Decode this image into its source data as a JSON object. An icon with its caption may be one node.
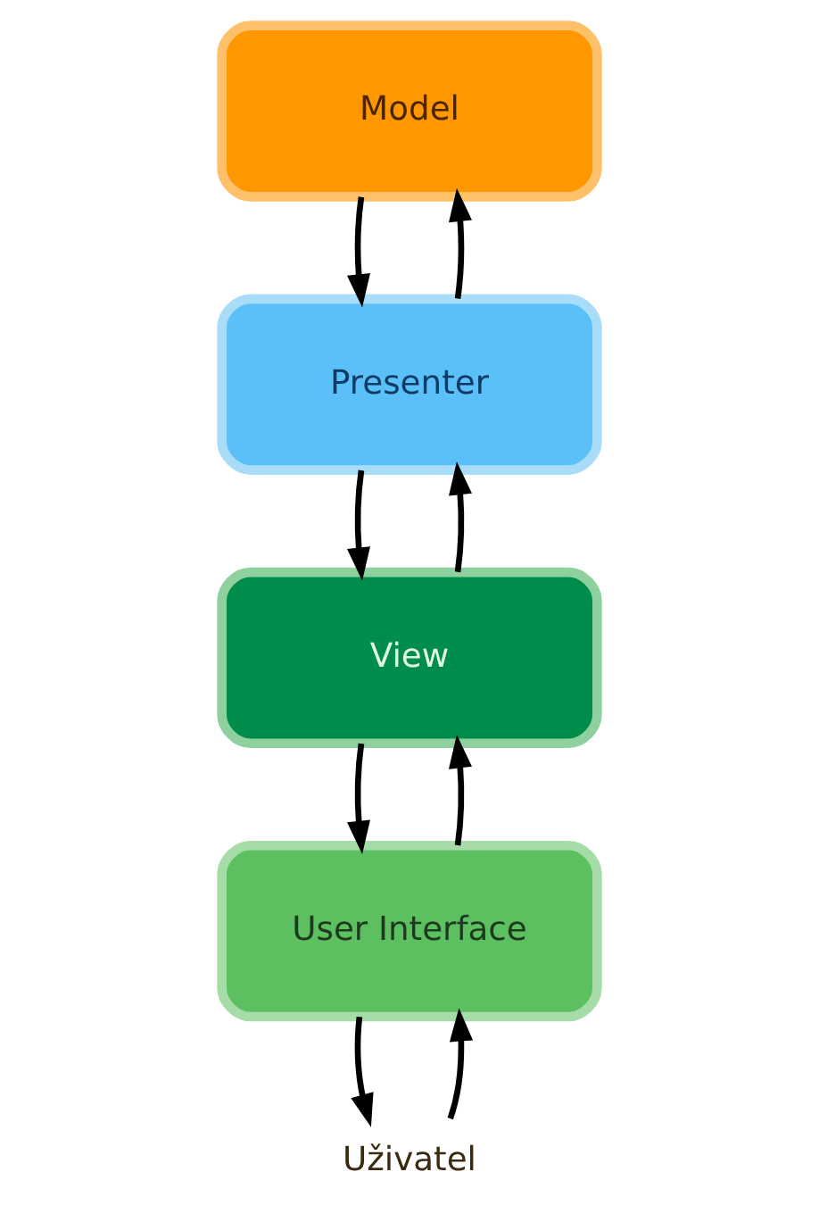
{
  "diagram": {
    "nodes": [
      {
        "text": [
          "Model"
        ]
      },
      {
        "text": [
          "Presenter"
        ]
      },
      {
        "text": [
          "View"
        ]
      },
      {
        "text": [
          "User Interface"
        ]
      },
      {
        "text": [
          "Uživatel"
        ]
      }
    ],
    "edges": [
      {
        "from": 1,
        "to": 0,
        "arrow": "to"
      },
      {
        "from": 0,
        "to": 1,
        "arrow": "to"
      },
      {
        "from": 1,
        "to": 2,
        "arrow": "to"
      },
      {
        "from": 2,
        "to": 1,
        "arrow": "to"
      },
      {
        "from": 3,
        "to": 2,
        "arrow": "to"
      },
      {
        "from": 2,
        "to": 3,
        "arrow": "to"
      },
      {
        "from": 4,
        "to": 3,
        "arrow": "to"
      },
      {
        "from": 3,
        "to": 4,
        "arrow": "to"
      }
    ]
  }
}
